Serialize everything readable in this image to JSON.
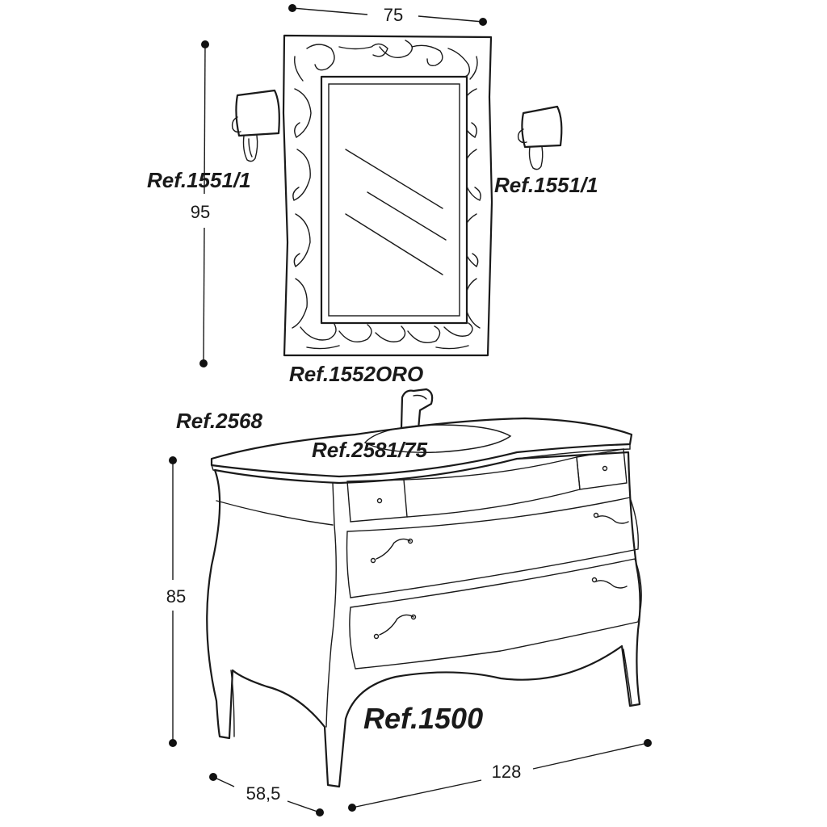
{
  "dimensions": {
    "mirror_width": "75",
    "mirror_height": "95",
    "cabinet_height": "85",
    "cabinet_depth": "58,5",
    "cabinet_width": "128"
  },
  "refs": {
    "lamp_left": "Ref.1551/1",
    "lamp_right": "Ref.1551/1",
    "mirror": "Ref.1552ORO",
    "top": "Ref.2568",
    "basin": "Ref.2581/75",
    "cabinet": "Ref.1500"
  }
}
